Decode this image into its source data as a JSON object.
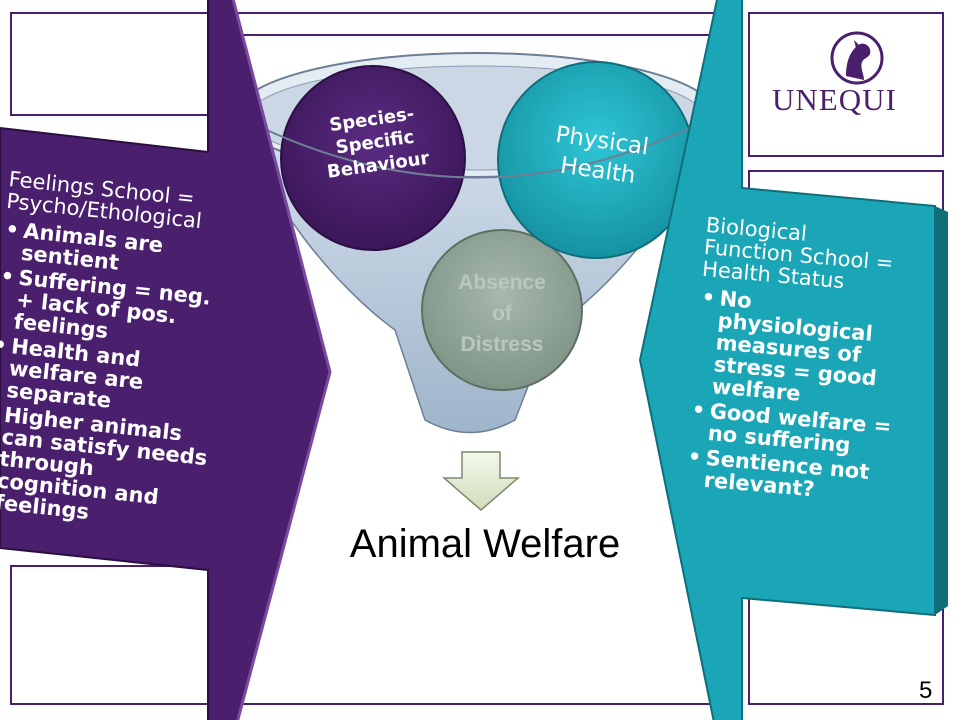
{
  "left_box": {
    "heading": "Feelings School =\nPsycho/Ethological",
    "bullets": [
      "Animals are sentient",
      "Suffering = neg. + lack of pos. feelings",
      "Health and welfare are separate",
      "Higher animals can satisfy needs through cognition and feelings"
    ]
  },
  "right_box": {
    "heading": "Biological\nFunction School =\nHealth Status",
    "bullets": [
      "No physiological measures of stress = good welfare",
      "Good welfare = no suffering",
      "Sentience not relevant?"
    ]
  },
  "funnel": {
    "circle_species": "Species-\nSpecific\nBehaviour",
    "circle_physical": "Physical\nHealth",
    "circle_distress": "Absence\nof\nDistress"
  },
  "title": "Animal Welfare",
  "logo": {
    "text": "UNEQUI",
    "icon": "horse-head-logo-icon"
  },
  "page_number": "5",
  "colors": {
    "purple": "#4a1f6e",
    "teal": "#1aa6b7",
    "gray_green": "#93a89a",
    "funnel_blue": "#c9d6e4"
  }
}
